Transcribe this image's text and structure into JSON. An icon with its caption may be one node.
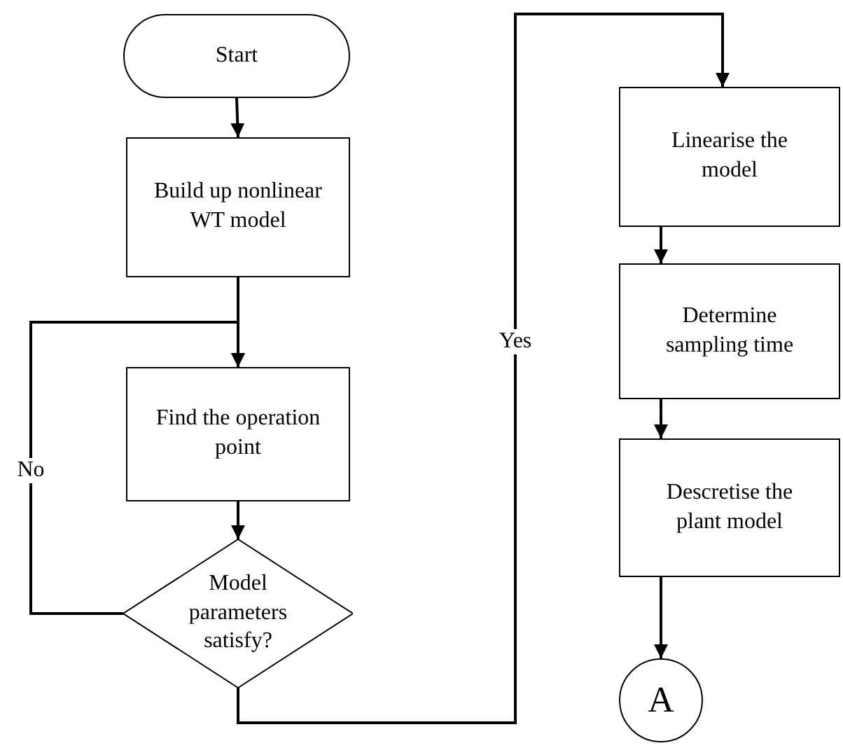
{
  "diagram": {
    "nodes": [
      {
        "text": [
          "Start"
        ]
      },
      {
        "text": [
          "Build up nonlinear WT model"
        ]
      },
      {
        "text": [
          "Find the operation point"
        ]
      },
      {
        "text": [
          "Model parameters satisfy?"
        ]
      },
      {
        "text": [
          "Linearise the model"
        ]
      },
      {
        "text": [
          "Determine sampling time"
        ]
      },
      {
        "text": [
          "Descretise the plant model"
        ]
      },
      {
        "text": [
          "A"
        ]
      }
    ],
    "edges": [
      {
        "from": 0,
        "to": 1,
        "arrow": "to"
      },
      {
        "from": 1,
        "to": 2,
        "arrow": "to"
      },
      {
        "from": 2,
        "to": 3,
        "arrow": "to"
      },
      {
        "from": 3,
        "to": 2,
        "label": "No",
        "arrow": "to"
      },
      {
        "from": 3,
        "to": 4,
        "label": "Yes",
        "arrow": "to"
      },
      {
        "from": 4,
        "to": 5,
        "arrow": "to"
      },
      {
        "from": 5,
        "to": 6,
        "arrow": "to"
      },
      {
        "from": 6,
        "to": 7,
        "arrow": "to"
      }
    ]
  }
}
